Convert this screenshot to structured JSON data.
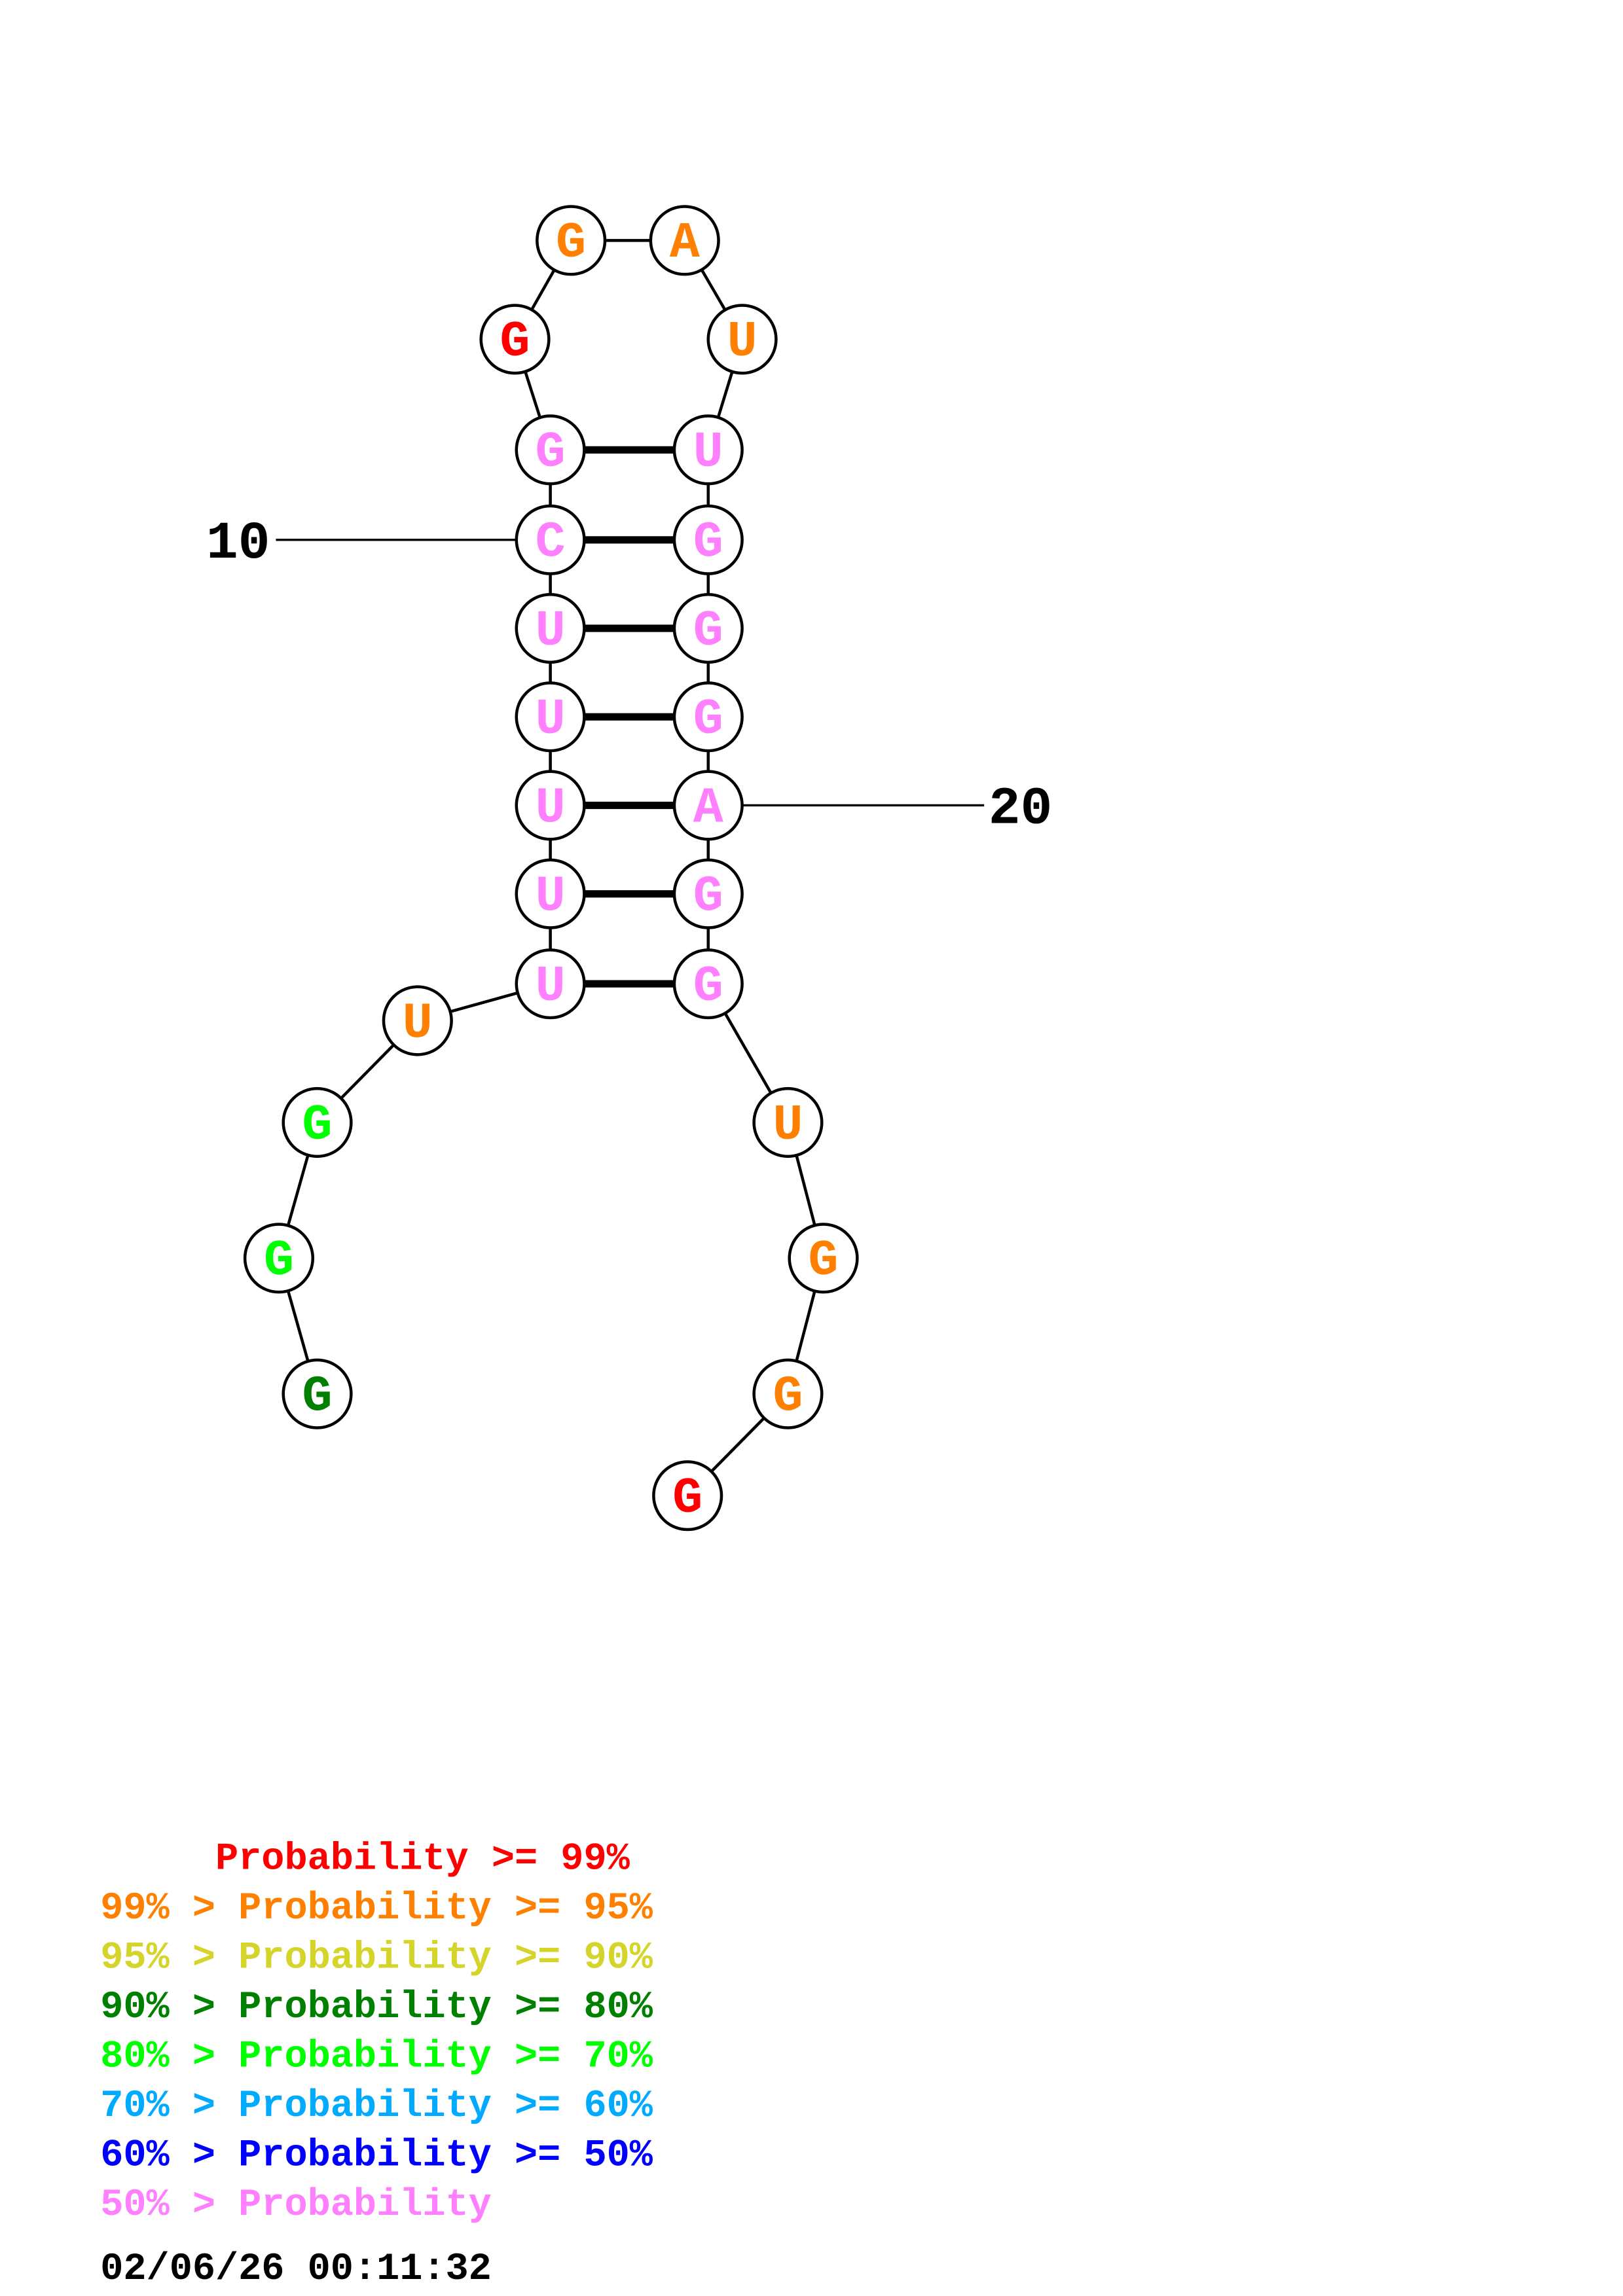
{
  "structure": {
    "sequence": [
      "G",
      "G",
      "G",
      "U",
      "U",
      "U",
      "U",
      "U",
      "U",
      "C",
      "G",
      "G",
      "G",
      "A",
      "U",
      "U",
      "G",
      "G",
      "G",
      "A",
      "G",
      "G",
      "U",
      "G",
      "G",
      "G"
    ],
    "probability_class": [
      "p80_90",
      "p70_80",
      "p70_80",
      "p95_99",
      "lt50",
      "lt50",
      "lt50",
      "lt50",
      "lt50",
      "lt50",
      "lt50",
      "ge99",
      "p95_99",
      "p95_99",
      "p95_99",
      "lt50",
      "lt50",
      "lt50",
      "lt50",
      "lt50",
      "lt50",
      "lt50",
      "p95_99",
      "p95_99",
      "p95_99",
      "ge99"
    ],
    "pairs": [
      [
        5,
        22
      ],
      [
        6,
        21
      ],
      [
        7,
        20
      ],
      [
        8,
        19
      ],
      [
        9,
        18
      ],
      [
        10,
        17
      ],
      [
        11,
        16
      ]
    ],
    "position_labels": [
      {
        "index": 10,
        "text": "10"
      },
      {
        "index": 20,
        "text": "20"
      }
    ]
  },
  "colors": {
    "ge99": "#ff0000",
    "p95_99": "#ff8000",
    "p90_95": "#d4d42a",
    "p80_90": "#008000",
    "p70_80": "#00ff00",
    "p60_70": "#00aaff",
    "p50_60": "#0000ff",
    "lt50": "#ff80ff"
  },
  "legend": [
    {
      "key": "ge99",
      "text": "     Probability >= 99%"
    },
    {
      "key": "p95_99",
      "text": "99% > Probability >= 95%"
    },
    {
      "key": "p90_95",
      "text": "95% > Probability >= 90%"
    },
    {
      "key": "p80_90",
      "text": "90% > Probability >= 80%"
    },
    {
      "key": "p70_80",
      "text": "80% > Probability >= 70%"
    },
    {
      "key": "p60_70",
      "text": "70% > Probability >= 60%"
    },
    {
      "key": "p50_60",
      "text": "60% > Probability >= 50%"
    },
    {
      "key": "lt50",
      "text": "50% > Probability"
    }
  ],
  "timestamp": "02/06/26 00:11:32"
}
